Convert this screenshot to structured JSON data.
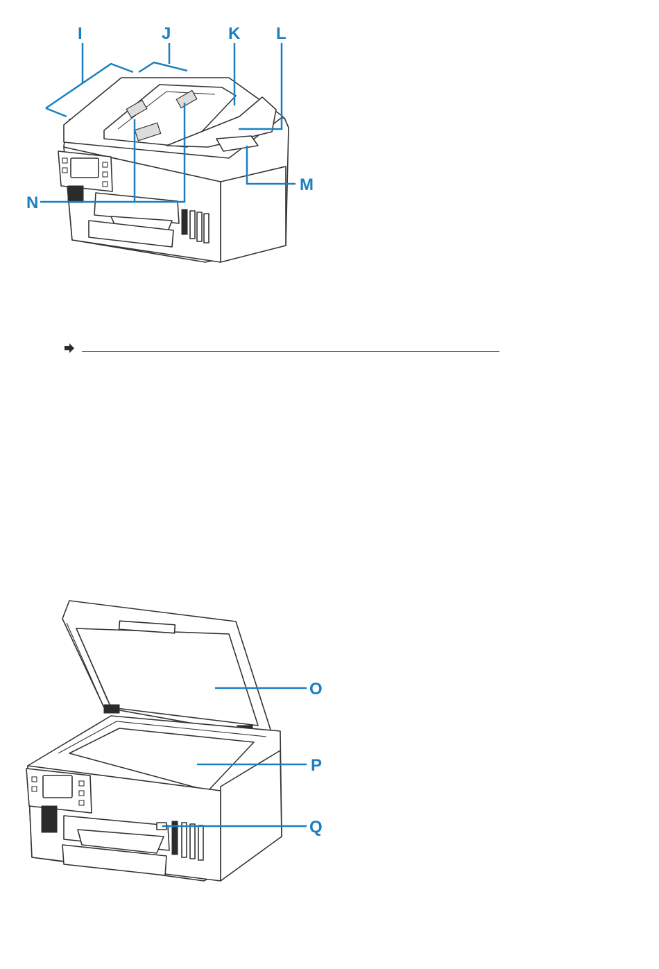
{
  "top_figure": {
    "callouts": {
      "I": "I",
      "J": "J",
      "K": "K",
      "L": "L",
      "M": "M",
      "N": "N"
    }
  },
  "bottom_figure": {
    "callouts": {
      "O": "O",
      "P": "P",
      "Q": "Q"
    }
  },
  "link": {
    "icon": "right-arrow-icon",
    "color": "#2a3c8c"
  },
  "colors": {
    "callout": "#1a7fc1",
    "line_art": "#333333"
  }
}
